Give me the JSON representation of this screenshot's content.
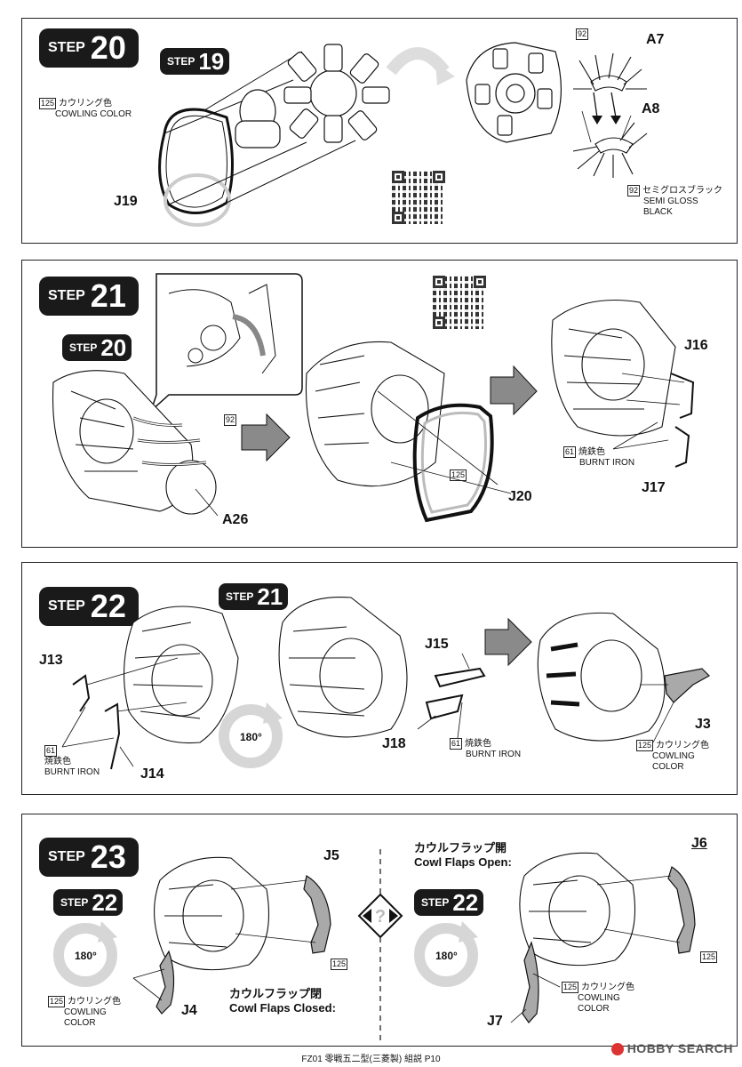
{
  "steps": {
    "s20": {
      "word": "STEP",
      "num": "20",
      "sub": {
        "word": "STEP",
        "num": "19"
      },
      "parts": [
        "A7",
        "A8",
        "J19"
      ],
      "cowl_code": "125",
      "cowl_jp": "カウリング色",
      "cowl_en": "COWLING COLOR",
      "black_code": "92",
      "black_jp": "セミグロスブラック",
      "black_en1": "SEMI GLOSS",
      "black_en2": "BLACK",
      "top_code": "92"
    },
    "s21": {
      "word": "STEP",
      "num": "21",
      "sub": {
        "word": "STEP",
        "num": "20"
      },
      "parts": [
        "A26",
        "J20",
        "J16",
        "J17"
      ],
      "code92": "92",
      "code125": "125",
      "iron_code": "61",
      "iron_jp": "焼鉄色",
      "iron_en": "BURNT IRON"
    },
    "s22": {
      "word": "STEP",
      "num": "22",
      "sub": {
        "word": "STEP",
        "num": "21"
      },
      "parts": [
        "J13",
        "J14",
        "J15",
        "J18",
        "J3"
      ],
      "rotate": "180°",
      "iron_code": "61",
      "iron_jp": "焼鉄色",
      "iron_en": "BURNT IRON",
      "cowl_code": "125",
      "cowl_jp": "カウリング色",
      "cowl_en1": "COWLING",
      "cowl_en2": "COLOR"
    },
    "s23": {
      "word": "STEP",
      "num": "23",
      "sub_left": {
        "word": "STEP",
        "num": "22"
      },
      "sub_right": {
        "word": "STEP",
        "num": "22"
      },
      "parts": [
        "J5",
        "J4",
        "J6",
        "J7"
      ],
      "rotate": "180°",
      "closed_jp": "カウルフラップ閉",
      "closed_en": "Cowl Flaps Closed:",
      "open_jp": "カウルフラップ開",
      "open_en": "Cowl Flaps Open:",
      "code125": "125",
      "cowl_code": "125",
      "cowl_jp": "カウリング色",
      "cowl_en1": "COWLING",
      "cowl_en2": "COLOR"
    }
  },
  "footer": "FZ01 零戦五二型(三菱製) 組説 P10",
  "watermark": "HOBBY SEARCH",
  "colors": {
    "ink": "#111111",
    "arrow_gray": "#8a8a8a",
    "rotate_gray": "#d6d6d6",
    "cowl_gray": "#a9a9a9"
  }
}
